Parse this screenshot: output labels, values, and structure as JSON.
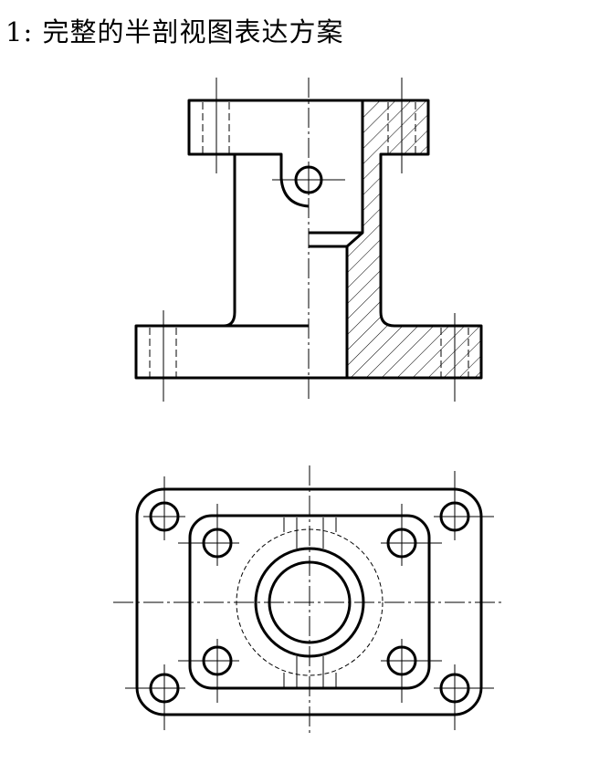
{
  "title": "1: 完整的半剖视图表达方案",
  "views": [
    {
      "name": "front-half-section-view"
    },
    {
      "name": "top-view"
    }
  ]
}
